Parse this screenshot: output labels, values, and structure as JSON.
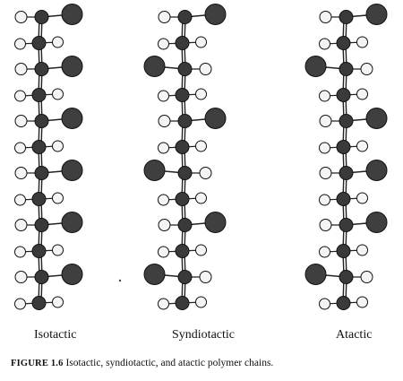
{
  "figure": {
    "caption_number": "FIGURE 1.6",
    "caption_text": "Isotactic, syndiotactic, and atactic polymer chains.",
    "colors": {
      "carbon": "#3a3a3a",
      "substituent": "#3f3f3f",
      "hydrogen": "#f4f4f4",
      "bond": "#222222",
      "outline": "#111111"
    },
    "chains": [
      {
        "id": "isotactic",
        "label": "Isotactic",
        "substituent_sides": [
          "right",
          "right",
          "right",
          "right",
          "right",
          "right"
        ]
      },
      {
        "id": "syndiotactic",
        "label": "Syndiotactic",
        "substituent_sides": [
          "right",
          "left",
          "right",
          "left",
          "right",
          "left"
        ]
      },
      {
        "id": "atactic",
        "label": "Atactic",
        "substituent_sides": [
          "right",
          "left",
          "right",
          "right",
          "right",
          "left"
        ]
      }
    ]
  }
}
